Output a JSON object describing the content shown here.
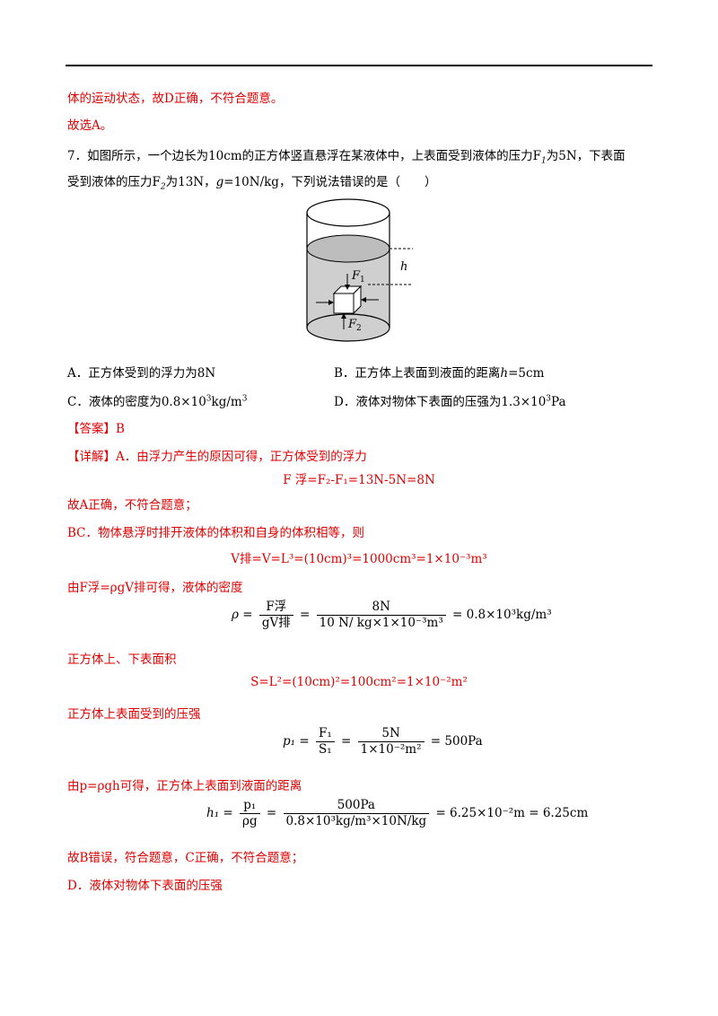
{
  "header": {
    "rule": true
  },
  "lines": {
    "l1": "体的运动状态，故D正确，不符合题意。",
    "l2": "故选A。",
    "q7a": "7．如图所示，一个边长为10cm的正方体竖直悬浮在某液体中，上表面受到液体的压力F",
    "q7a_sub": "1",
    "q7a_tail": "为5N，下表面",
    "q7b_head": "受到液体的压力F",
    "q7b_sub": "2",
    "q7b_mid": "为13N，",
    "q7b_g": "g",
    "q7b_tail": "=10N/kg，下列说法错误的是（　　）"
  },
  "figure": {
    "label_h": "h",
    "label_f1": "F",
    "label_f1_sub": "1",
    "label_f2": "F",
    "label_f2_sub": "2"
  },
  "options": {
    "a": "A．正方体受到的浮力为8N",
    "b_head": "B．正方体上表面到液面的距离",
    "b_h": "h",
    "b_tail": "=5cm",
    "c_head": "C．液体的密度为0.8×10",
    "c_sup": "3",
    "c_tail": "kg/m",
    "c_sup2": "3",
    "d_head": "D．液体对物体下表面的压强为1.3×10",
    "d_sup": "3",
    "d_tail": "Pa"
  },
  "answer": "【答案】B",
  "detail": {
    "intro": "【详解】A．由浮力产生的原因可得，正方体受到的浮力",
    "eq1": "F 浮=F₂-F₁=13N-5N=8N",
    "a_conclusion": "故A正确，不符合题意；",
    "bc_intro": "BC．物体悬浮时排开液体的体积和自身的体积相等，则",
    "eq2": "V排=V=L³=(10cm)³=1000cm³=1×10⁻³m³",
    "density_intro": "由F浮=ρgV排可得，液体的密度",
    "eq3_lhs": "ρ =",
    "eq3_frac1_num": "F浮",
    "eq3_frac1_den": "gV排",
    "eq3_frac2_num": "8N",
    "eq3_frac2_den": "10 N/ kg×1×10⁻³m³",
    "eq3_result": "= 0.8×10³kg/m³",
    "area_intro": "正方体上、下表面积",
    "eq4": "S=L²=(10cm)²=100cm²=1×10⁻²m²",
    "pressure_intro": "正方体上表面受到的压强",
    "eq5_lhs": "p₁ =",
    "eq5_frac1_num": "F₁",
    "eq5_frac1_den": "S₁",
    "eq5_frac2_num": "5N",
    "eq5_frac2_den": "1×10⁻²m²",
    "eq5_result": "= 500Pa",
    "depth_intro": "由p=ρgh可得，正方体上表面到液面的距离",
    "eq6_lhs": "h₁ =",
    "eq6_frac1_num": "p₁",
    "eq6_frac1_den": "ρg",
    "eq6_frac2_num": "500Pa",
    "eq6_frac2_den": "0.8×10³kg/m³×10N/kg",
    "eq6_result": "= 6.25×10⁻²m = 6.25cm",
    "b_conclusion": "故B错误，符合题意，C正确，不符合题意；",
    "d_intro": "D．液体对物体下表面的压强"
  },
  "colors": {
    "red": "#e00000",
    "liquid": "#cfcfcf"
  }
}
